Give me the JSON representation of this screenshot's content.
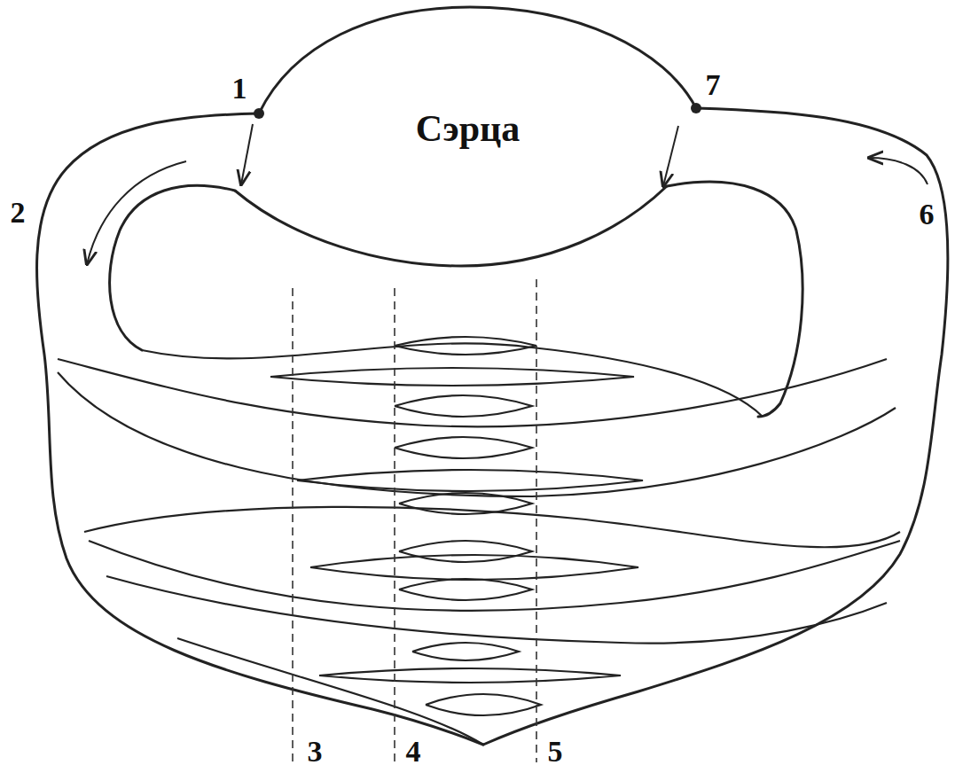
{
  "diagram": {
    "nodes": [
      {
        "text": [
          "Сэрца"
        ]
      }
    ],
    "labels": [
      "1",
      "2",
      "3",
      "4",
      "5",
      "6",
      "7"
    ]
  }
}
